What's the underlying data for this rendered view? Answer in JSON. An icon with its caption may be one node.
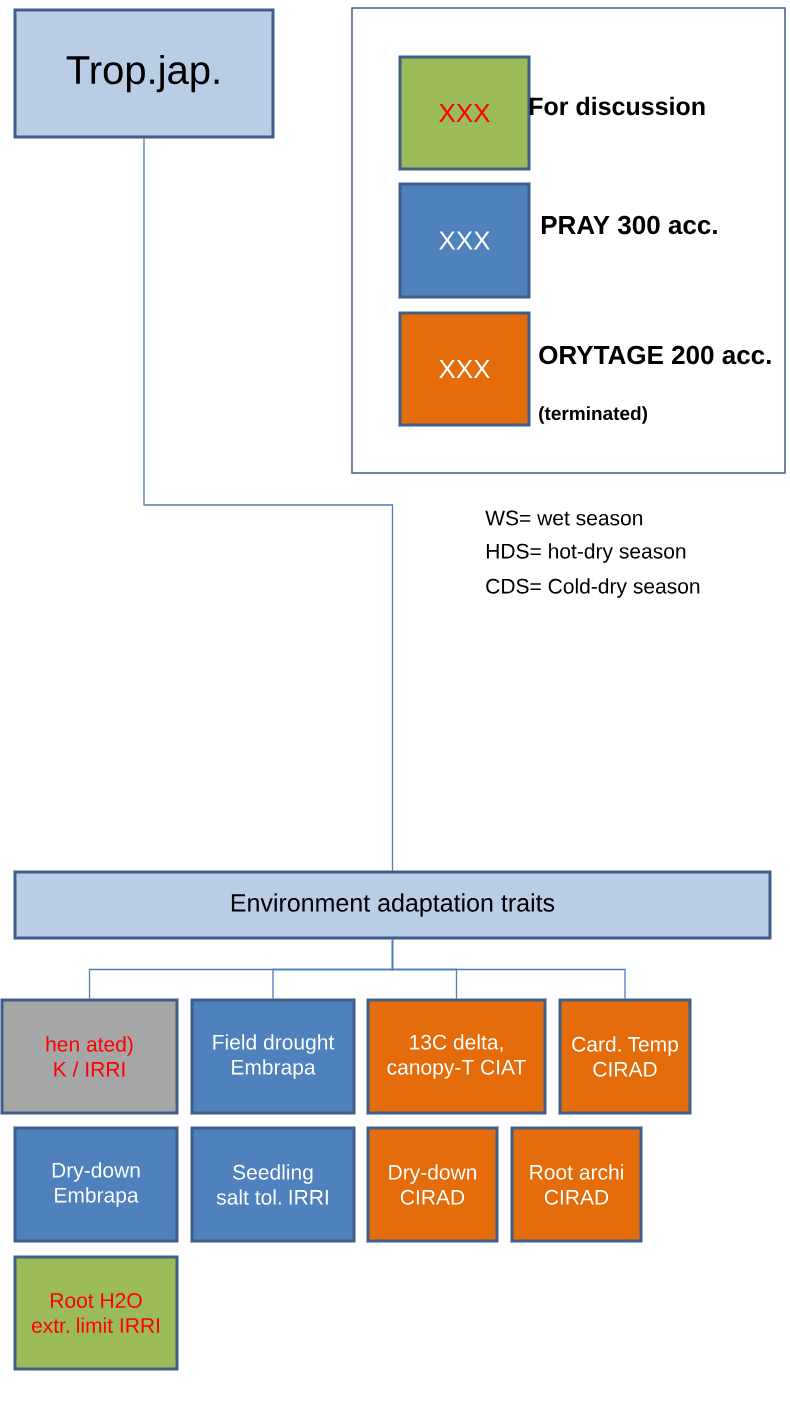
{
  "diagram": {
    "nodes": [
      {
        "text": [
          "Trop.jap."
        ]
      },
      {
        "text": [],
        "shape": "box"
      },
      {
        "text": [
          "XXX"
        ],
        "in": 1,
        "beside": [
          "For discussion"
        ]
      },
      {
        "text": [
          "XXX"
        ],
        "in": 1,
        "beside": [
          "PRAY 300 acc."
        ]
      },
      {
        "text": [
          "XXX"
        ],
        "in": 1,
        "beside": [
          "ORYTAGE 200 acc.",
          "(terminated)"
        ]
      },
      {
        "text": [
          "Environment adaptation traits"
        ]
      },
      {
        "text": [
          "hen ated) K / IRRI"
        ]
      },
      {
        "text": [
          "Field drought Embrapa"
        ]
      },
      {
        "text": [
          "13C delta, canopy-T CIAT"
        ]
      },
      {
        "text": [
          "Card. Temp CIRAD"
        ]
      },
      {
        "text": [
          "Dry-down Embrapa"
        ]
      },
      {
        "text": [
          "Seedling salt tol. IRRI"
        ]
      },
      {
        "text": [
          "Dry-down CIRAD"
        ]
      },
      {
        "text": [
          "Root archi CIRAD"
        ]
      },
      {
        "text": [
          "Root H2O extr. limit IRRI"
        ]
      }
    ],
    "edges": [
      {
        "from": 0,
        "to": 5,
        "arrow": "none"
      },
      {
        "from": 5,
        "to": 6,
        "arrow": "none"
      },
      {
        "from": 5,
        "to": 7,
        "arrow": "none"
      },
      {
        "from": 5,
        "to": 8,
        "arrow": "none"
      },
      {
        "from": 5,
        "to": 9,
        "arrow": "none"
      }
    ],
    "labels": [
      "WS= wet season",
      "HDS= hot-dry season",
      "CDS= Cold-dry season"
    ]
  }
}
